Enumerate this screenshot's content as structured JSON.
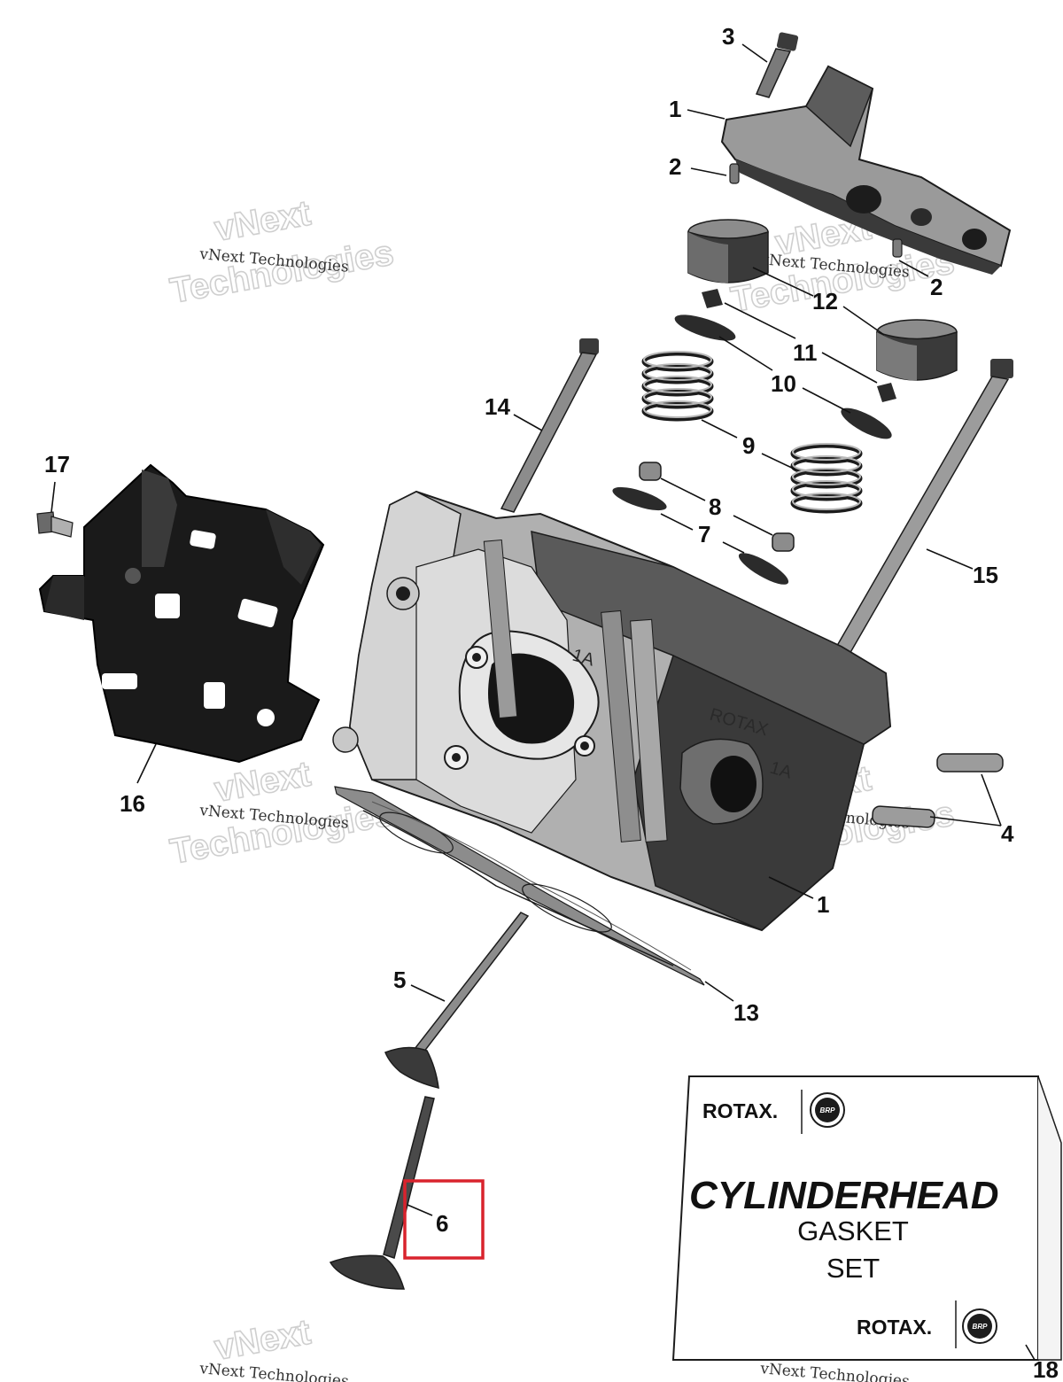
{
  "watermark": {
    "big_line1": "vNext",
    "big_line2": "Technologies",
    "small": "vNext Technologies"
  },
  "callouts": [
    {
      "id": "c3",
      "label": "3"
    },
    {
      "id": "c1a",
      "label": "1"
    },
    {
      "id": "c2a",
      "label": "2"
    },
    {
      "id": "c2b",
      "label": "2"
    },
    {
      "id": "c12",
      "label": "12"
    },
    {
      "id": "c11",
      "label": "11"
    },
    {
      "id": "c10",
      "label": "10"
    },
    {
      "id": "c14",
      "label": "14"
    },
    {
      "id": "c9",
      "label": "9"
    },
    {
      "id": "c17",
      "label": "17"
    },
    {
      "id": "c8",
      "label": "8"
    },
    {
      "id": "c7",
      "label": "7"
    },
    {
      "id": "c15",
      "label": "15"
    },
    {
      "id": "c16",
      "label": "16"
    },
    {
      "id": "c4",
      "label": "4"
    },
    {
      "id": "c1b",
      "label": "1"
    },
    {
      "id": "c5",
      "label": "5"
    },
    {
      "id": "c13",
      "label": "13"
    },
    {
      "id": "c6",
      "label": "6"
    },
    {
      "id": "c18",
      "label": "18"
    }
  ],
  "highlight": {
    "target": "6",
    "color": "#d9232d"
  },
  "part_marks": {
    "rotax_cast": "ROTAX",
    "intake_mark": "1A",
    "exhaust_mark": "1A"
  },
  "gasket_kit": {
    "brand": "ROTAX.",
    "brp": "BRP",
    "title": "CYLINDERHEAD",
    "line2": "GASKET",
    "line3": "SET"
  },
  "colors": {
    "part_dark": "#1c1c1c",
    "part_mid": "#8c8c8c",
    "part_light": "#d4d4d4",
    "line": "#111111"
  }
}
